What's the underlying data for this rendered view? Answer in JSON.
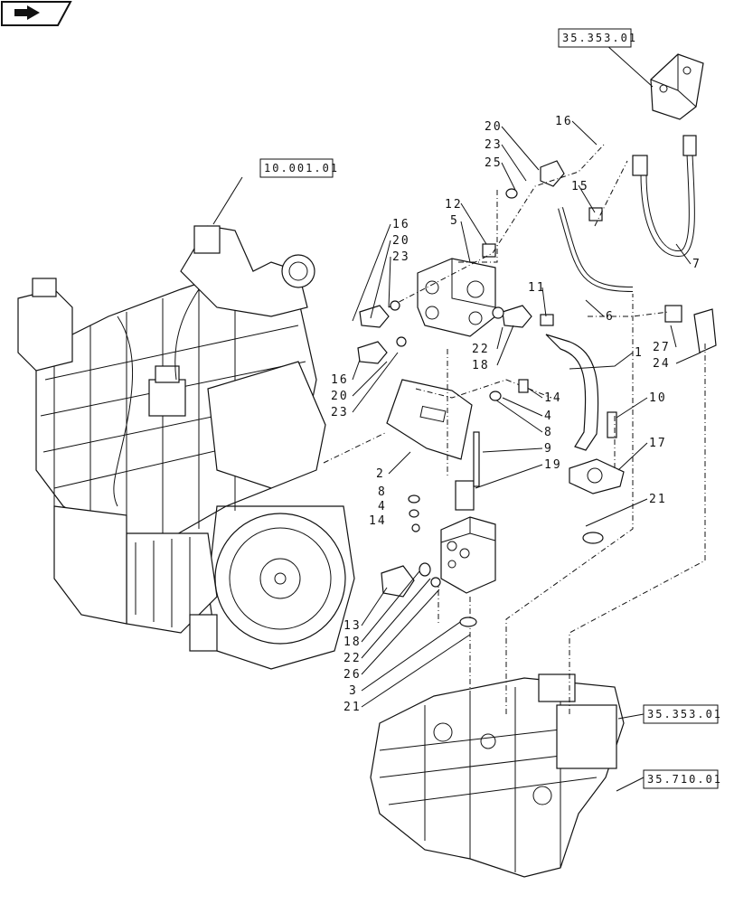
{
  "nav": {
    "icon": "forward-arrow-icon"
  },
  "refs": {
    "r35353a": "35.353.01",
    "r10001": "10.001.01",
    "r35353b": "35.353.01",
    "r35710": "35.710.01"
  },
  "callouts": {
    "c20a": "20",
    "c23a": "23",
    "c25": "25",
    "c16a": "16",
    "c15": "15",
    "c12": "12",
    "c5": "5",
    "c16b": "16",
    "c20b": "20",
    "c23b": "23",
    "c11": "11",
    "c6": "6",
    "c7": "7",
    "c1": "1",
    "c27": "27",
    "c24": "24",
    "c22a": "22",
    "c18a": "18",
    "c16c": "16",
    "c20c": "20",
    "c23c": "23",
    "c14a": "14",
    "c4a": "4",
    "c8a": "8",
    "c10": "10",
    "c17": "17",
    "c9": "9",
    "c19": "19",
    "c2": "2",
    "c8b": "8",
    "c4b": "4",
    "c14b": "14",
    "c21a": "21",
    "c13": "13",
    "c18b": "18",
    "c22b": "22",
    "c26": "26",
    "c3": "3",
    "c21b": "21"
  }
}
